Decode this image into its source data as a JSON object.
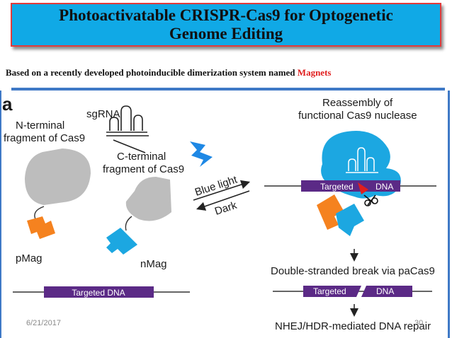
{
  "slide": {
    "title": "Photoactivatable CRISPR-Cas9 for Optogenetic Genome Editing",
    "subtitle_prefix": "Based on a recently developed photoinducible dimerization system named",
    "subtitle_highlight": "Magnets",
    "date": "6/21/2017",
    "page_number": "30"
  },
  "figure": {
    "panel_label": "a",
    "sgRNA": "sgRNA",
    "n_terminal_line1": "N-terminal",
    "n_terminal_line2": "fragment of Cas9",
    "c_terminal_line1": "C-terminal",
    "c_terminal_line2": "fragment of Cas9",
    "pMag": "pMag",
    "nMag": "nMag",
    "blue_light": "Blue light",
    "dark": "Dark",
    "reassembly_line1": "Reassembly of",
    "reassembly_line2": "functional Cas9 nuclease",
    "targeted_dna_left": "Targeted DNA",
    "targeted": "Targeted",
    "dna": "DNA",
    "ds_break": "Double-stranded break via paCas9",
    "nhej": "NHEJ/HDR-mediated DNA repair"
  },
  "colors": {
    "title_bg": "#10a9e6",
    "title_border": "#e23b3b",
    "highlight": "#e01e1e",
    "cas9_fragment": "#bdbdbd",
    "pmag": "#f5821f",
    "nmag": "#1ca7e1",
    "dna_bar": "#5b2a86",
    "light_bolt": "#1e88e5"
  }
}
